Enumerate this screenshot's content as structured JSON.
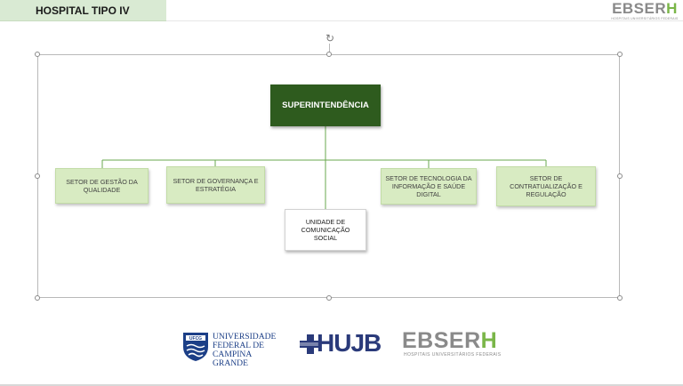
{
  "slide": {
    "header_label": "HOSPITAL TIPO IV"
  },
  "brand": {
    "word_prefix": "EBSER",
    "word_suffix": "H",
    "tagline": "HOSPITAIS UNIVERSITÁRIOS FEDERAIS",
    "suffix_color": "#7ab648"
  },
  "org_chart": {
    "top": "SUPERINTENDÊNCIA",
    "branches": [
      "SETOR DE GESTÃO DA QUALIDADE",
      "SETOR DE GOVERNANÇA E ESTRATÉGIA",
      "SETOR DE TECNOLOGIA DA INFORMAÇÃO E SAÚDE DIGITAL",
      "SETOR DE CONTRATUALIZAÇÃO E REGULAÇÃO"
    ],
    "staff_unit": "UNIDADE DE COMUNICAÇÃO SOCIAL",
    "colors": {
      "top_fill": "#2e5b1e",
      "branch_fill": "#d8ebc2",
      "connector": "#6aa84f"
    }
  },
  "footer_logos": {
    "ufcg": {
      "lines": [
        "UNIVERSIDADE",
        "FEDERAL DE",
        "CAMPINA GRANDE"
      ],
      "shield_text": "UFCG"
    },
    "hujb": {
      "text": "HUJB"
    },
    "ebserh": {
      "word_prefix": "EBSER",
      "word_suffix": "H",
      "tagline": "HOSPITAIS UNIVERSITÁRIOS FEDERAIS"
    }
  }
}
